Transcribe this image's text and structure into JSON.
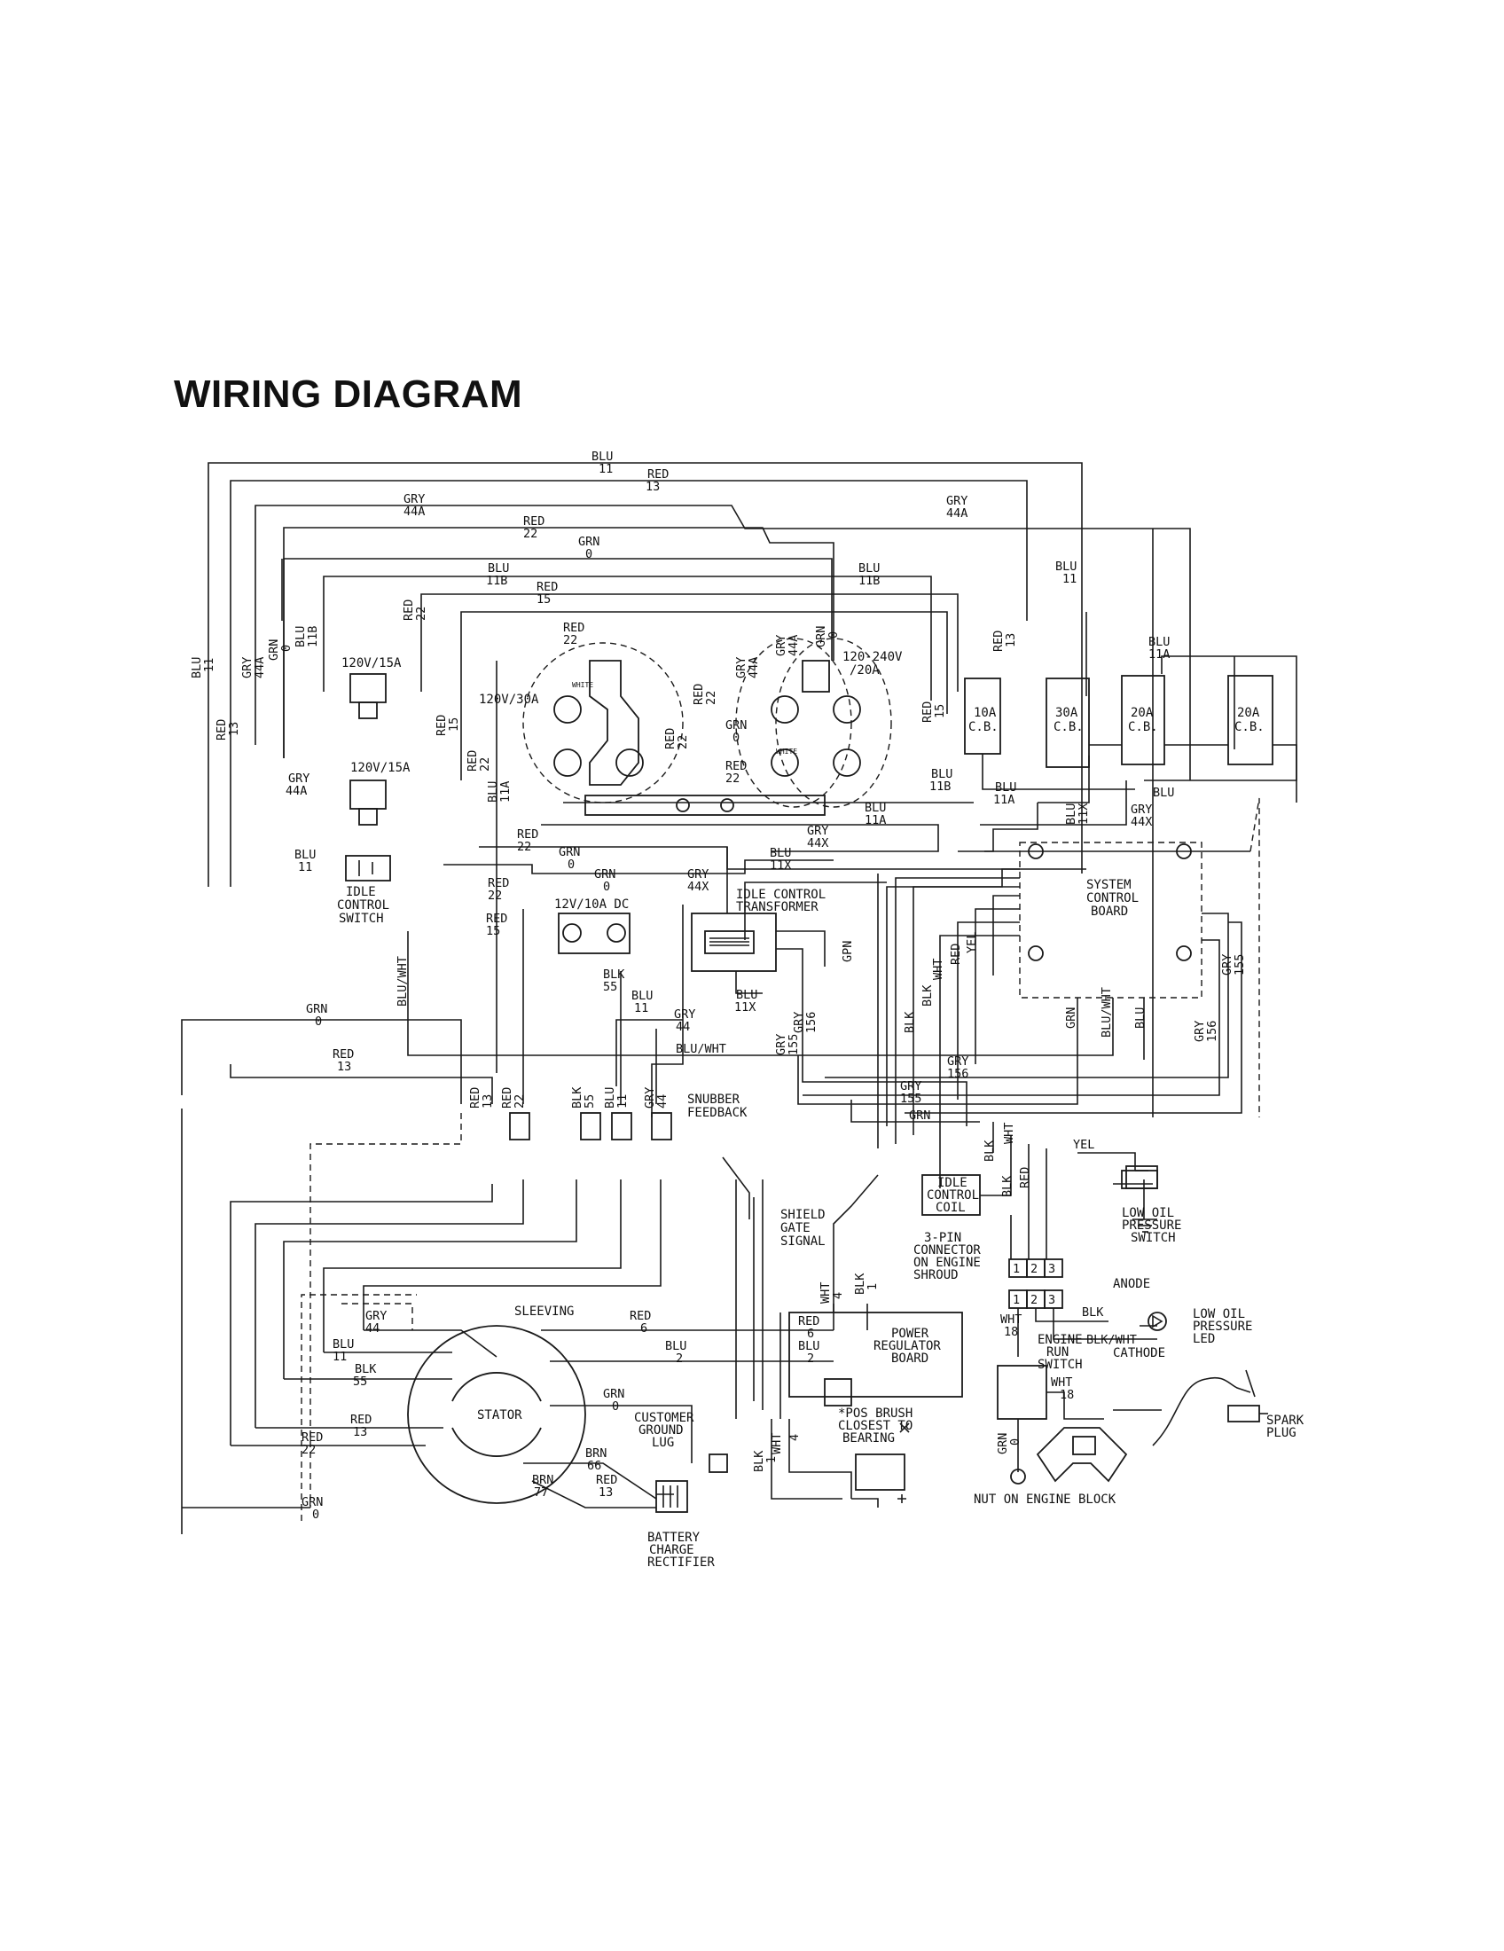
{
  "title": "WIRING DIAGRAM",
  "components": {
    "outlet_120v_15a_top": "120V/15A",
    "outlet_120v_15a_bottom": "120V/15A",
    "outlet_120v_30a": "120V/30A",
    "outlet_120_240v_20a": [
      "120-240V",
      "/20A"
    ],
    "outlet_white_left": "WHITE",
    "outlet_white_right": "WHITE",
    "idle_control_switch": [
      "IDLE",
      "CONTROL",
      "SWITCH"
    ],
    "dc_12v_10a": "12V/10A DC",
    "idle_control_transformer": [
      "IDLE CONTROL",
      "TRANSFORMER"
    ],
    "system_control_board": [
      "SYSTEM",
      "CONTROL",
      "BOARD"
    ],
    "breaker_10a": [
      "10A",
      "C.B."
    ],
    "breaker_30a": [
      "30A",
      "C.B."
    ],
    "breaker_20a_a": [
      "20A",
      "C.B."
    ],
    "breaker_20a_b": [
      "20A",
      "C.B."
    ],
    "snubber_feedback": [
      "SNUBBER",
      "FEEDBACK"
    ],
    "shield_gate_signal": [
      "SHIELD",
      "GATE",
      "SIGNAL"
    ],
    "idle_control_coil": [
      "IDLE",
      "CONTROL",
      "COIL"
    ],
    "low_oil_pressure_switch": [
      "LOW OIL",
      "PRESSURE",
      "SWITCH"
    ],
    "three_pin_connector": [
      "3-PIN",
      "CONNECTOR",
      "ON ENGINE",
      "SHROUD"
    ],
    "pin_labels": [
      "1",
      "2",
      "3"
    ],
    "anode": "ANODE",
    "cathode": "CATHODE",
    "low_oil_pressure_led": [
      "LOW OIL",
      "PRESSURE",
      "LED"
    ],
    "engine_run_switch": [
      "ENGINE",
      "RUN",
      "SWITCH"
    ],
    "power_regulator_board": [
      "POWER",
      "REGULATOR",
      "BOARD"
    ],
    "stator": "STATOR",
    "sleeving": "SLEEVING",
    "customer_ground_lug": [
      "CUSTOMER",
      "GROUND",
      "LUG"
    ],
    "pos_brush": [
      "*POS BRUSH",
      "CLOSEST TO",
      "BEARING"
    ],
    "battery_charge_rectifier": [
      "BATTERY",
      "CHARGE",
      "RECTIFIER"
    ],
    "spark_plug": [
      "SPARK",
      "PLUG"
    ],
    "nut_on_engine_block": "NUT ON ENGINE BLOCK"
  },
  "wire_labels": {
    "blu_11_top": [
      "BLU",
      "11"
    ],
    "red_13_top": [
      "RED",
      "13"
    ],
    "gry_44a_left": [
      "GRY",
      "44A"
    ],
    "gry_44a_right": [
      "GRY",
      "44A"
    ],
    "red_22_top": [
      "RED",
      "22"
    ],
    "grn_0_top": [
      "GRN",
      "0"
    ],
    "blu_11b_left": [
      "BLU",
      "11B"
    ],
    "blu_11b_right": [
      "BLU",
      "11B"
    ],
    "red_15_top": [
      "RED",
      "15"
    ],
    "blu_11_right": [
      "BLU",
      "11"
    ],
    "blu_11a_right": [
      "BLU",
      "11A"
    ],
    "red_22_outlet": [
      "RED",
      "22"
    ],
    "red_22_vert": [
      "RED",
      "22"
    ],
    "red_13_vert": [
      "RED",
      "13"
    ],
    "gry_44a_vert": [
      "GRY",
      "44A"
    ],
    "grn_0_vert": [
      "GRN",
      "0"
    ],
    "gry_44a_vert2": [
      "GRY",
      "44A"
    ],
    "red_15_vert": [
      "RED",
      "15"
    ],
    "red_22_vert2": [
      "RED",
      "22"
    ],
    "blu_11a_vert": [
      "BLU",
      "11A"
    ],
    "gry_44a_mid": [
      "GRY",
      "44A"
    ],
    "blu_11_switch": [
      "BLU",
      "11"
    ],
    "blu_wht_vert": "BLU/WHT",
    "red_22_low": [
      "RED",
      "22"
    ],
    "red_15_low": [
      "RED",
      "15"
    ],
    "grn_0_low": [
      "GRN",
      "0"
    ],
    "blk_55": [
      "BLK",
      "55"
    ],
    "grn_0_mid": [
      "GRN",
      "0"
    ],
    "grn_0_mid2": [
      "GRN",
      "0"
    ],
    "red_22_mid": [
      "RED",
      "22"
    ],
    "red_22_mid2": [
      "RED",
      "22"
    ],
    "grn_0_outlet": [
      "GRN",
      "0"
    ],
    "blu_11b_mid": [
      "BLU",
      "11B"
    ],
    "blu_11a_mid": [
      "BLU",
      "11A"
    ],
    "blu_11x": [
      "BLU",
      "11X"
    ],
    "blu_11a_low": [
      "BLU",
      "11A"
    ],
    "blu_wire": "BLU",
    "gry_44x_right": [
      "GRY",
      "44X"
    ],
    "gry_44x_mid": [
      "GRY",
      "44X"
    ],
    "blu_11x_mid": [
      "BLU",
      "11X"
    ],
    "gry_44x_low": [
      "GRY",
      "44X"
    ],
    "grn_vert": "GPN",
    "blu_11_low": [
      "BLU",
      "11"
    ],
    "gry_44_low": [
      "GRY",
      "44"
    ],
    "blu_11x_low": [
      "BLU",
      "11X"
    ],
    "gry_156_vert": [
      "GRY",
      "156"
    ],
    "gry_155_vert": [
      "GRY",
      "155"
    ],
    "red_13_low": [
      "RED",
      "13"
    ],
    "blu_wht_low": "BLU/WHT",
    "gry_156_low": [
      "GRY",
      "156"
    ],
    "gry_155_low": [
      "GRY",
      "155"
    ],
    "grn_low": "GRN",
    "blk_vert": "BLK",
    "wht_vert": "WHT",
    "red_vert": "RED",
    "yel_vert": "YEL",
    "blk_vert2": "BLK",
    "blk_vert3": "BLK",
    "grn_vert2": "GRN",
    "blu_wht_vert2": "BLU/WHT",
    "blu_vert": "BLU",
    "gry_156_vert2": [
      "GRY",
      "156"
    ],
    "gry_155_right": [
      "GRY",
      "155"
    ],
    "yel_wire": "YEL",
    "blk_wht_wire": "WHT",
    "red_wire": "RED",
    "blk_wire": "BLK",
    "blk_wht": "BLK/WHT",
    "blk_anode": "BLK",
    "wht_18": [
      "WHT",
      "18"
    ],
    "wht_18_b": [
      "WHT",
      "18"
    ],
    "grn_0_engine": [
      "GRN",
      "0"
    ],
    "red_13_stator_in": [
      "RED",
      "13"
    ],
    "red_22_stator_in": [
      "RED",
      "22"
    ],
    "blk_55_stator_in": [
      "BLK",
      "55"
    ],
    "blu_11_stator_in": [
      "BLU",
      "11"
    ],
    "gry_44_stator_in": [
      "GRY",
      "44"
    ],
    "gry_44_stator": [
      "GRY",
      "44"
    ],
    "blu_11_stator": [
      "BLU",
      "11"
    ],
    "blk_55_stator": [
      "BLK",
      "55"
    ],
    "red_13_stator": [
      "RED",
      "13"
    ],
    "red_22_stator": [
      "RED",
      "22"
    ],
    "grn_0_bottom": [
      "GRN",
      "0"
    ],
    "red_6": [
      "RED",
      "6"
    ],
    "blu_2": [
      "BLU",
      "2"
    ],
    "red_6_pr": [
      "RED",
      "6"
    ],
    "blu_2_pr": [
      "BLU",
      "2"
    ],
    "wht_4": [
      "WHT",
      "4"
    ],
    "blk_1": [
      "BLK",
      "1"
    ],
    "grn_0_lug": [
      "GRN",
      "0"
    ],
    "brn_66": [
      "BRN",
      "66"
    ],
    "brn_77": [
      "BRN",
      "77"
    ],
    "red_13_rect": [
      "RED",
      "13"
    ],
    "blk_1_low": [
      "BLK",
      "1"
    ],
    "wht_4_low": [
      "WHT",
      "4"
    ]
  }
}
